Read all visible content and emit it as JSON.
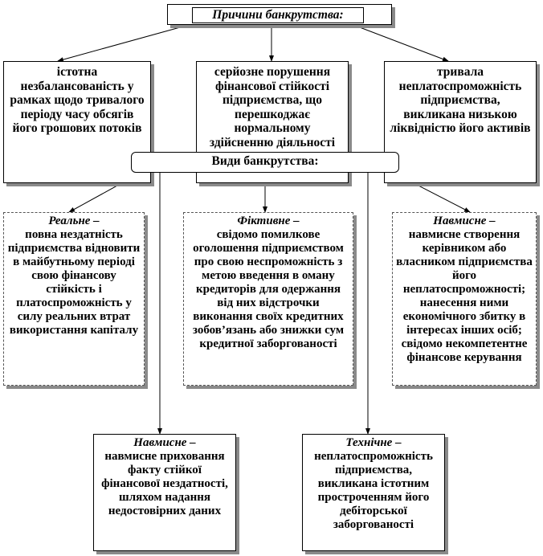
{
  "causes_title": "Причини банкрутства:",
  "causes": [
    "істотна незбалансованість у рамках щодо тривалого періоду часу обсягів його грошових потоків",
    "серйозне порушення фінансової стійкості підприємства, що перешкоджає нормальному здійсненню діяльності",
    "тривала неплатоспроможність підприємства, викликана низькою ліквідністю його активів"
  ],
  "types_title": "Види банкрутства:",
  "types": [
    {
      "name": "Реальне –",
      "text": "повна нездатність підприємства відновити в майбутньому періоді свою фінансову стійкість і платоспроможність у силу реальних втрат використання капіталу"
    },
    {
      "name": "Фіктивне –",
      "text": "свідомо помилкове оголошення підприємством про свою неспроможність з метою введення в оману кредиторів для одержання від них відстрочки виконання своїх кредитних зобов’язань або знижки сум кредитної заборгованості"
    },
    {
      "name": "Навмисне –",
      "text": "навмисне створення керівником або власником підприємства його неплатоспроможності; нанесення ними економічного збитку в інтересах інших осіб; свідомо некомпетентне фінансове керування"
    },
    {
      "name": "Навмисне –",
      "text": "навмисне приховання факту стійкої фінансової нездатності, шляхом надання недостовірних даних"
    },
    {
      "name": "Технічне –",
      "text": "неплатоспроможність підприємства, викликана істотним простроченням його дебіторської заборгованості"
    }
  ]
}
